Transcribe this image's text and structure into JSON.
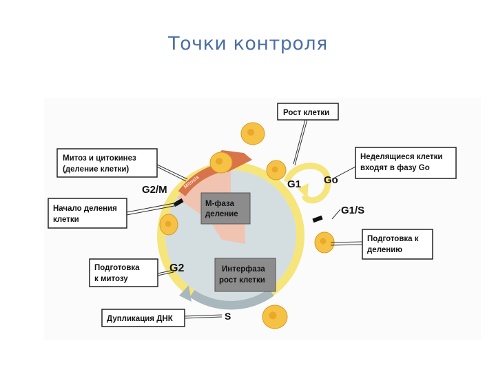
{
  "title": "Точки контроля",
  "colors": {
    "title": "#4a6fa5",
    "cycle_ring": "#f5e57a",
    "cycle_ring_edge": "#d9c24a",
    "inner_disc": "#d4dde0",
    "m_phase_wedge": "#f0c4b0",
    "mitosis_arrow": "#d9734a",
    "s_phase_arrow": "#a8b8bc",
    "cell_fill": "#f6c245",
    "cell_edge": "#d99a1c",
    "center_box": "#8c8c8c",
    "checkpoint": "#111111"
  },
  "diagram": {
    "phases": {
      "g1": "G1",
      "g0": "Go",
      "g1s": "G1/S",
      "g2": "G2",
      "g2m": "G2/M",
      "s": "S",
      "mitosis": "Mitosis"
    },
    "center": {
      "m_phase": [
        "М-фаза",
        "деление"
      ],
      "interphase": [
        "Интерфаза",
        "рост клетки"
      ]
    },
    "callouts": {
      "cell_growth": [
        "Рост клетки"
      ],
      "mitosis_cytokinesis": [
        "Митоз и цитокинез",
        "(деление клетки)"
      ],
      "nondividing": [
        "Неделящиеся клетки",
        "входят в фазу Go"
      ],
      "division_start": [
        "Начало деления",
        "клетки"
      ],
      "prep_division": [
        "Подготовка к",
        "делению"
      ],
      "prep_mitosis": [
        "Подготовка",
        "к митозу"
      ],
      "dna_duplication": [
        "Дупликация ДНК"
      ]
    }
  }
}
